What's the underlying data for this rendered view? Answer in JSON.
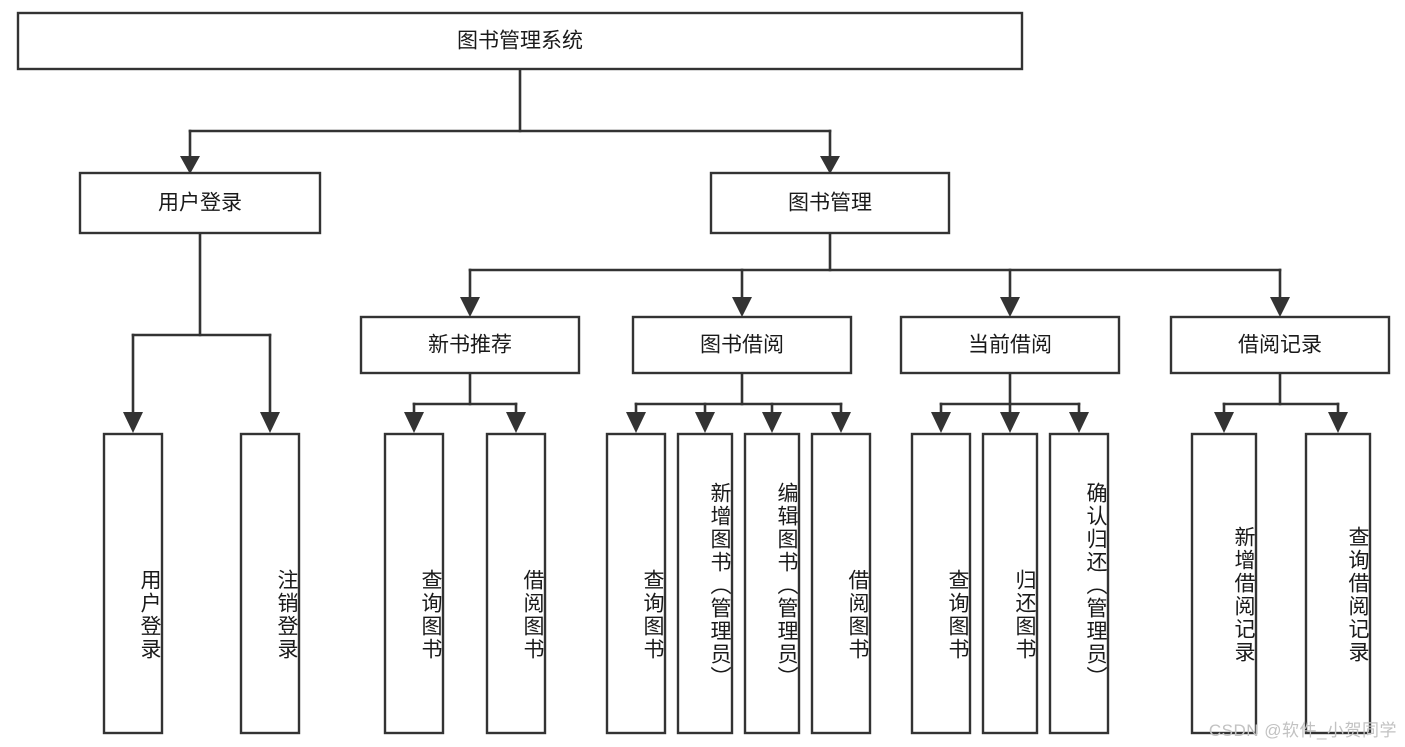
{
  "diagram": {
    "type": "tree",
    "title": "图书管理系统",
    "root": {
      "id": "root",
      "label": "图书管理系统",
      "orientation": "horizontal"
    },
    "level2": [
      {
        "id": "user-login",
        "label": "用户登录",
        "orientation": "horizontal"
      },
      {
        "id": "book-management",
        "label": "图书管理",
        "orientation": "horizontal"
      }
    ],
    "level3": [
      {
        "id": "new-book-recommend",
        "label": "新书推荐",
        "parent": "book-management",
        "orientation": "horizontal"
      },
      {
        "id": "book-borrow",
        "label": "图书借阅",
        "parent": "book-management",
        "orientation": "horizontal"
      },
      {
        "id": "current-borrow",
        "label": "当前借阅",
        "parent": "book-management",
        "orientation": "horizontal"
      },
      {
        "id": "borrow-record",
        "label": "借阅记录",
        "parent": "book-management",
        "orientation": "horizontal"
      }
    ],
    "leaves": [
      {
        "id": "leaf-user-login",
        "label": "用户登录",
        "parent": "user-login",
        "orientation": "vertical"
      },
      {
        "id": "leaf-logout",
        "label": "注销登录",
        "parent": "user-login",
        "orientation": "vertical"
      },
      {
        "id": "leaf-query-book-1",
        "label": "查询图书",
        "parent": "new-book-recommend",
        "orientation": "vertical"
      },
      {
        "id": "leaf-borrow-book-1",
        "label": "借阅图书",
        "parent": "new-book-recommend",
        "orientation": "vertical"
      },
      {
        "id": "leaf-query-book-2",
        "label": "查询图书",
        "parent": "book-borrow",
        "orientation": "vertical"
      },
      {
        "id": "leaf-add-book",
        "label": "新增图书（管理员）",
        "parent": "book-borrow",
        "orientation": "vertical"
      },
      {
        "id": "leaf-edit-book",
        "label": "编辑图书（管理员）",
        "parent": "book-borrow",
        "orientation": "vertical"
      },
      {
        "id": "leaf-borrow-book-2",
        "label": "借阅图书",
        "parent": "book-borrow",
        "orientation": "vertical"
      },
      {
        "id": "leaf-query-book-3",
        "label": "查询图书",
        "parent": "current-borrow",
        "orientation": "vertical"
      },
      {
        "id": "leaf-return-book",
        "label": "归还图书",
        "parent": "current-borrow",
        "orientation": "vertical"
      },
      {
        "id": "leaf-confirm-return",
        "label": "确认归还（管理员）",
        "parent": "current-borrow",
        "orientation": "vertical"
      },
      {
        "id": "leaf-add-record",
        "label": "新增借阅记录",
        "parent": "borrow-record",
        "orientation": "vertical"
      },
      {
        "id": "leaf-query-record",
        "label": "查询借阅记录",
        "parent": "borrow-record",
        "orientation": "vertical"
      }
    ]
  },
  "watermark": {
    "text": "CSDN @软件_小贺同学"
  },
  "colors": {
    "box_stroke": "#333333",
    "box_fill": "#ffffff",
    "text": "#1a1a1a",
    "background": "#ffffff",
    "watermark": "#c2c2c2"
  }
}
